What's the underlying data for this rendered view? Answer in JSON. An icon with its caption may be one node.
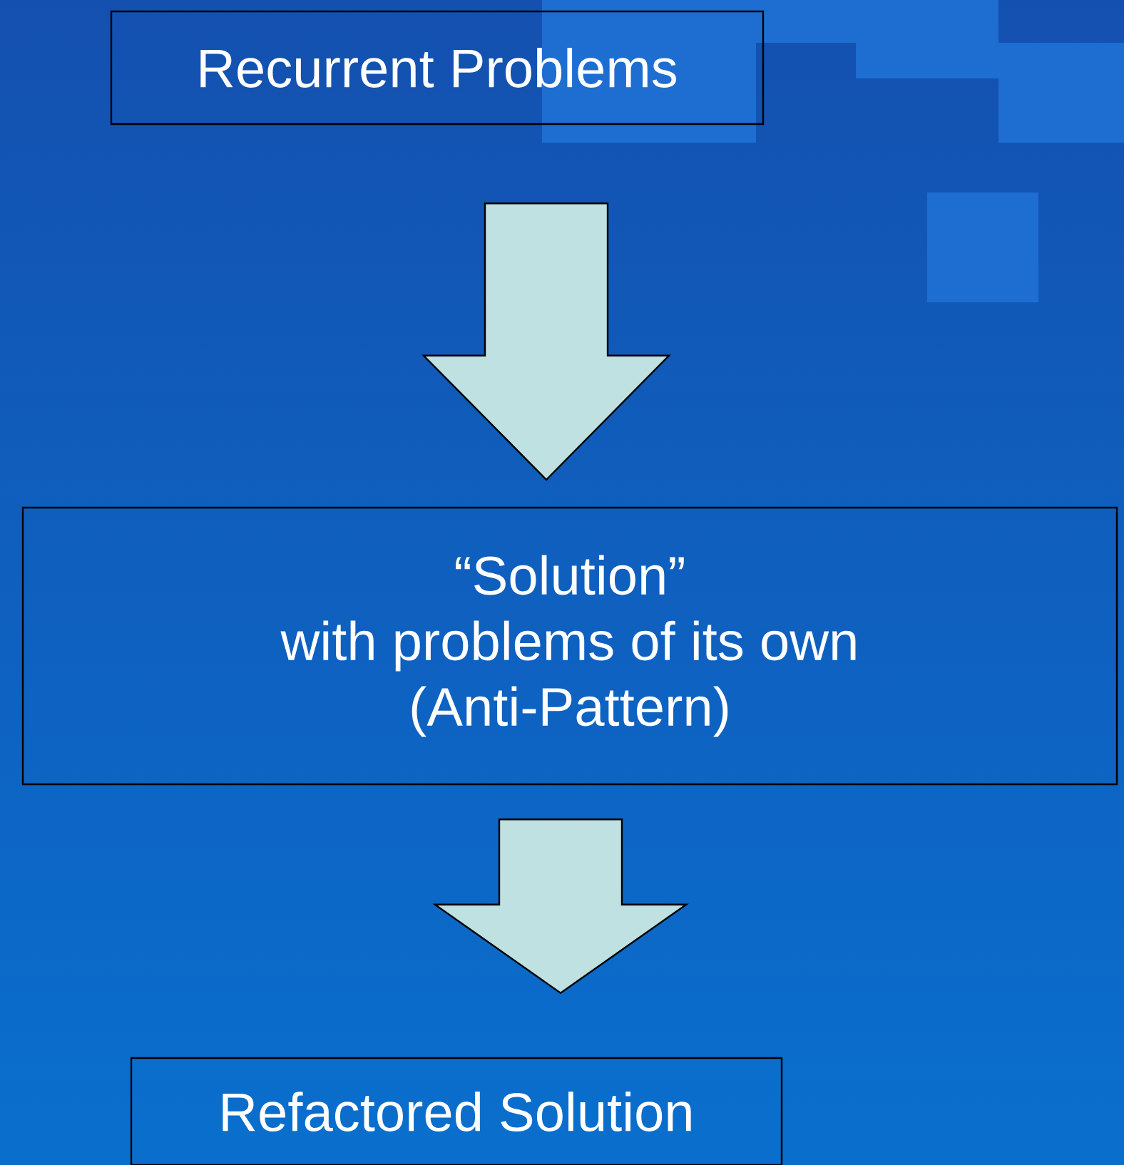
{
  "diagram": {
    "nodes": [
      {
        "text": [
          "Recurrent Problems"
        ]
      },
      {
        "text": [
          "“Solution”",
          "with problems of its own",
          "(Anti-Pattern)"
        ]
      },
      {
        "text": [
          "Refactored Solution"
        ]
      }
    ],
    "edges": [
      {
        "from": 0,
        "to": 1,
        "arrow": "to"
      },
      {
        "from": 1,
        "to": 2,
        "arrow": "to"
      }
    ]
  }
}
